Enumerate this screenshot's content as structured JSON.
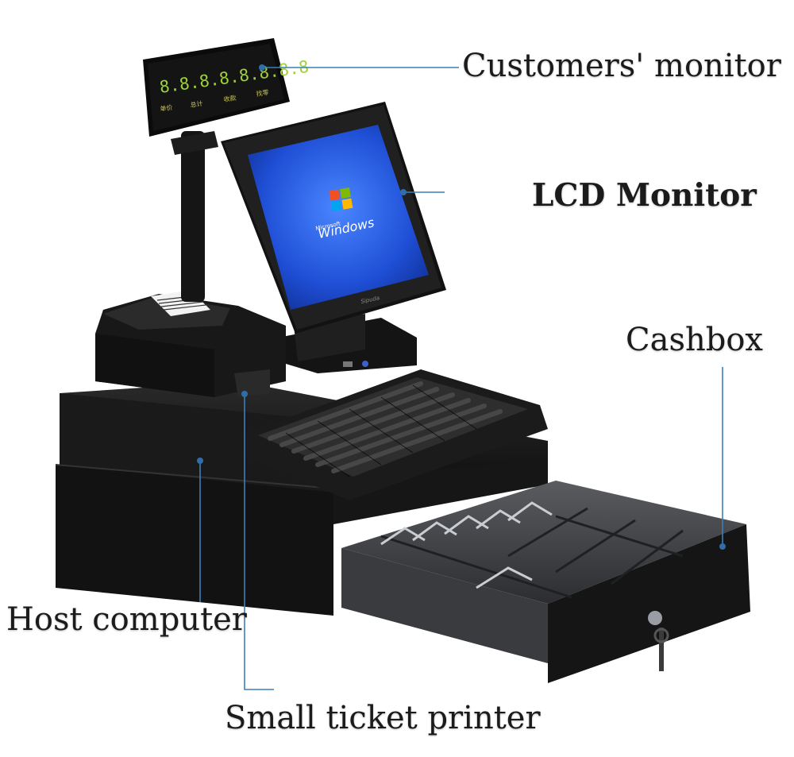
{
  "labels": {
    "customers_monitor": "Customers' monitor",
    "lcd_monitor": "LCD Monitor",
    "cashbox": "Cashbox",
    "host_computer": "Host computer",
    "small_ticket_printer": "Small ticket printer"
  },
  "customer_display": {
    "digits": "8.8.8.8.8.8.8.8",
    "captions": [
      "单价",
      "总计",
      "收款",
      "找零"
    ]
  },
  "screen": {
    "os_brand": "Windows",
    "os_vendor": "Microsoft",
    "bezel_brand": "Sipuda"
  },
  "colors": {
    "leader_line": "#3d7fb8",
    "device_body": "#1c1c1c",
    "screen_blue": "#1f4fd6",
    "display_green": "#9fd23a"
  }
}
